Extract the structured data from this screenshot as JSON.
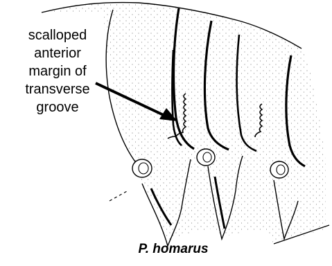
{
  "annotation": {
    "lines": [
      "scalloped",
      "anterior",
      "margin of",
      "transverse",
      "groove"
    ]
  },
  "caption": "P. homarus",
  "colors": {
    "ink": "#000000",
    "background": "#ffffff",
    "stipple": "#555555"
  }
}
